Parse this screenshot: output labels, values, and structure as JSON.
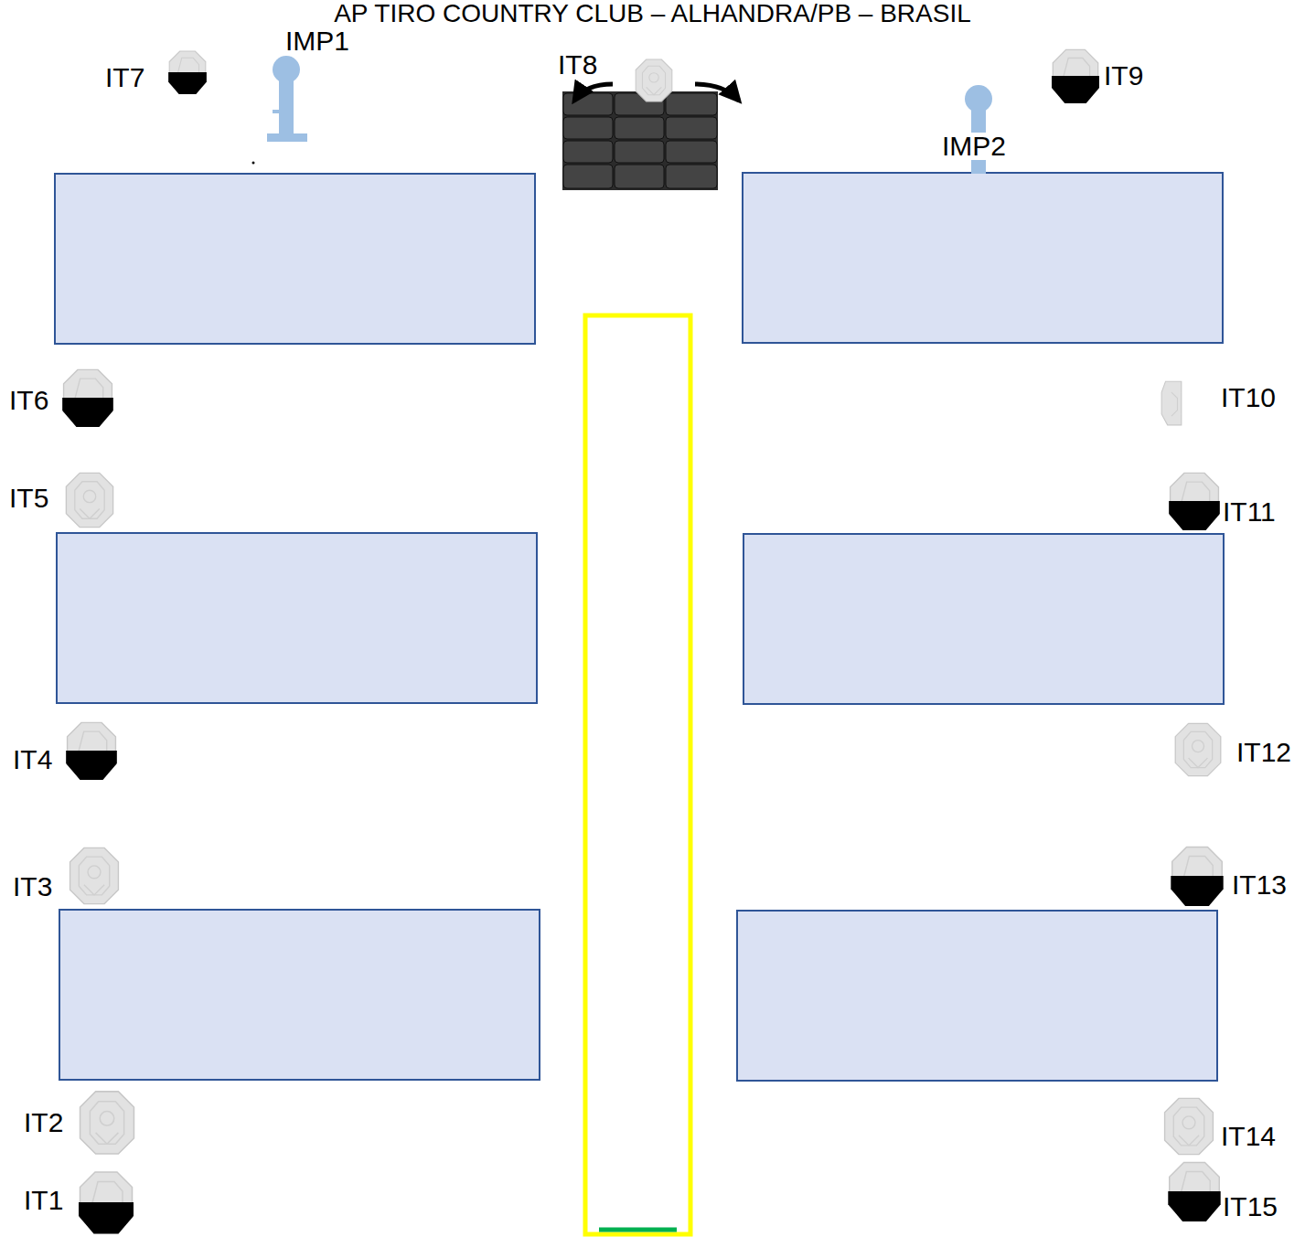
{
  "diagram": {
    "title": "AP TIRO COUNTRY CLUB – ALHANDRA/PB – BRASIL",
    "labels": [
      "IMP1",
      "IT7",
      "IT8",
      "IT9",
      "IMP2",
      "IT6",
      "IT10",
      "IT5",
      "IT11",
      "IT4",
      "IT12",
      "IT3",
      "IT13",
      "IT2",
      "IT14",
      "IT1",
      "IT15"
    ]
  }
}
